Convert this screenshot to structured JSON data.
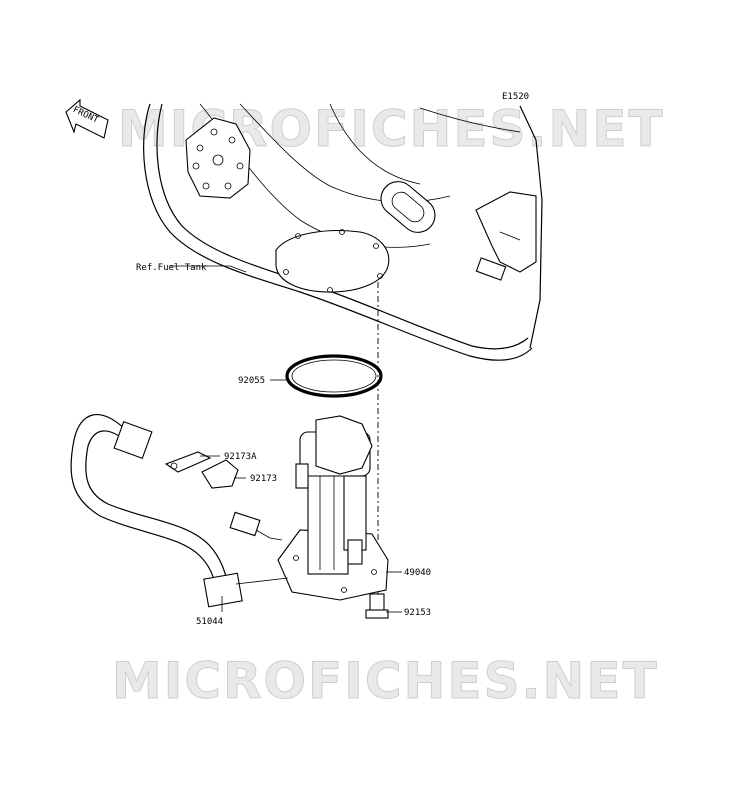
{
  "diagram_code": "E1520",
  "front_arrow_label": "FRONT",
  "watermark_text": "MICROFICHES.NET",
  "parts": [
    {
      "id": "ref-fuel-tank",
      "label": "Ref.Fuel Tank"
    },
    {
      "id": "92055",
      "label": "92055"
    },
    {
      "id": "92173a",
      "label": "92173A"
    },
    {
      "id": "92173",
      "label": "92173"
    },
    {
      "id": "49040",
      "label": "49040"
    },
    {
      "id": "51044",
      "label": "51044"
    },
    {
      "id": "92153",
      "label": "92153"
    }
  ]
}
